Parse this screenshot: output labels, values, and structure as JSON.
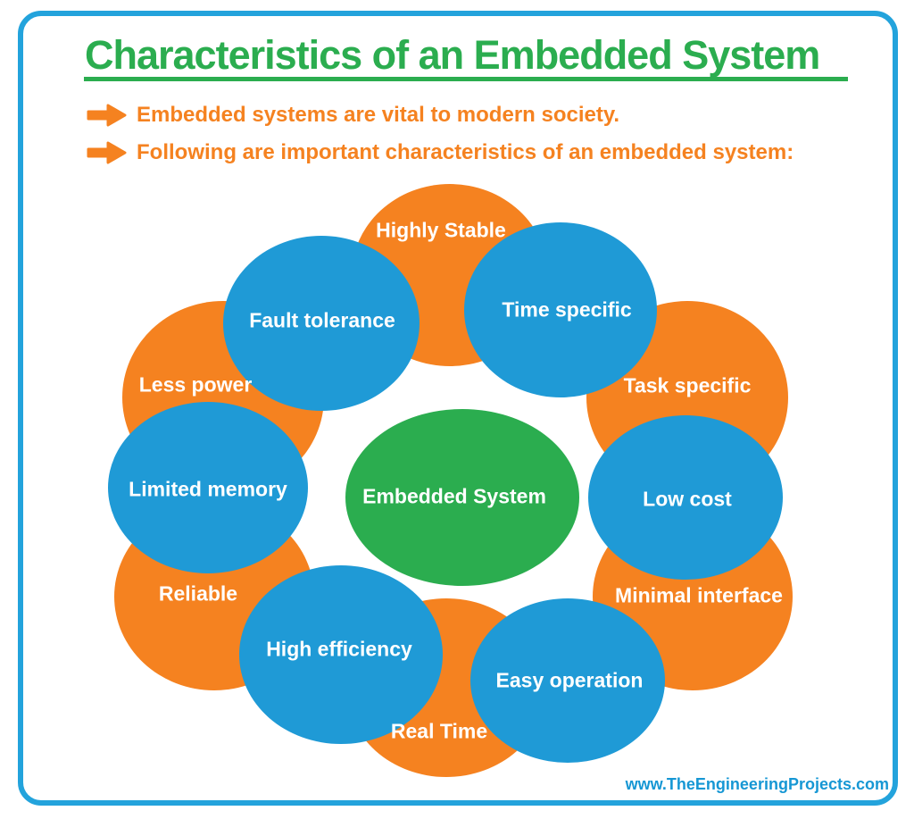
{
  "title": {
    "text": "Characteristics of an Embedded System"
  },
  "bullets": [
    {
      "icon": "arrow-right-icon",
      "text": "Embedded systems are vital to modern society."
    },
    {
      "icon": "arrow-right-icon",
      "text": "Following are important characteristics of an embedded system:"
    }
  ],
  "diagram": {
    "center_label": "Embedded System",
    "nodes": [
      {
        "id": "highly-stable",
        "label": "Highly Stable",
        "color": "orange"
      },
      {
        "id": "less-power",
        "label": "Less power",
        "color": "orange"
      },
      {
        "id": "task-specific",
        "label": "Task specific",
        "color": "orange"
      },
      {
        "id": "reliable",
        "label": "Reliable",
        "color": "orange"
      },
      {
        "id": "minimal-interface",
        "label": "Minimal interface",
        "color": "orange"
      },
      {
        "id": "real-time",
        "label": "Real Time",
        "color": "orange"
      },
      {
        "id": "fault-tolerance",
        "label": "Fault tolerance",
        "color": "blue"
      },
      {
        "id": "time-specific",
        "label": "Time specific",
        "color": "blue"
      },
      {
        "id": "limited-memory",
        "label": "Limited memory",
        "color": "blue"
      },
      {
        "id": "low-cost",
        "label": "Low cost",
        "color": "blue"
      },
      {
        "id": "high-efficiency",
        "label": "High efficiency",
        "color": "blue"
      },
      {
        "id": "easy-operation",
        "label": "Easy operation",
        "color": "blue"
      },
      {
        "id": "embedded-system",
        "label": "Embedded System",
        "color": "green"
      }
    ]
  },
  "footer": {
    "website": "www.TheEngineeringProjects.com"
  },
  "colors": {
    "green": "#2BAD4F",
    "orange": "#F58220",
    "blue": "#1F9AD6",
    "border_blue": "#23A3DC",
    "website_blue": "#1697D4",
    "label_text": "#FFFFFF"
  }
}
